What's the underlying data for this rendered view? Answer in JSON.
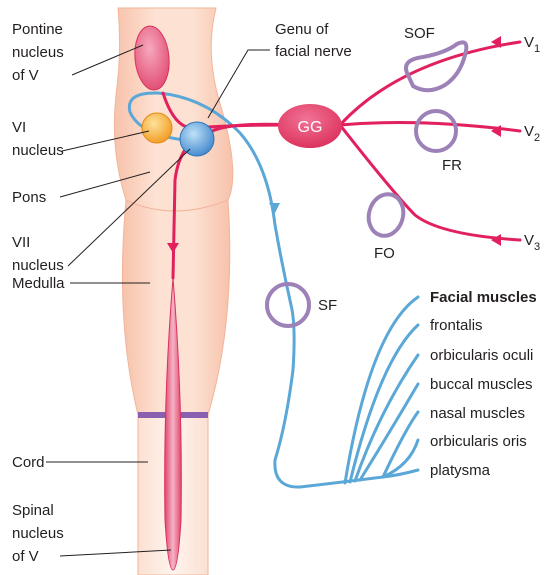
{
  "labels": {
    "pontine_nucleus_v": [
      "Pontine",
      "nucleus",
      "of V"
    ],
    "vi_nucleus": [
      "VI",
      "nucleus"
    ],
    "pons": "Pons",
    "vii_nucleus": [
      "VII",
      "nucleus"
    ],
    "medulla": "Medulla",
    "cord": "Cord",
    "spinal_nucleus_v": [
      "Spinal",
      "nucleus",
      "of V"
    ],
    "genu": [
      "Genu of",
      "facial nerve"
    ],
    "gg": "GG",
    "sof": "SOF",
    "fr": "FR",
    "fo": "FO",
    "sf": "SF",
    "v1": {
      "base": "V",
      "sub": "1"
    },
    "v2": {
      "base": "V",
      "sub": "2"
    },
    "v3": {
      "base": "V",
      "sub": "3"
    }
  },
  "facial_muscles": {
    "title": "Facial muscles",
    "items": [
      "frontalis",
      "orbicularis oculi",
      "buccal muscles",
      "nasal muscles",
      "orbicularis oris",
      "platysma"
    ]
  },
  "colors": {
    "facial_nerve": "#5aa7d8",
    "trigeminal": "#e2205e",
    "foramen_ring": "#9d82b8",
    "brainstem": "#f9cdb6",
    "vi_nucleus": "#f6a82a",
    "vii_nucleus": "#4a8fd1"
  }
}
